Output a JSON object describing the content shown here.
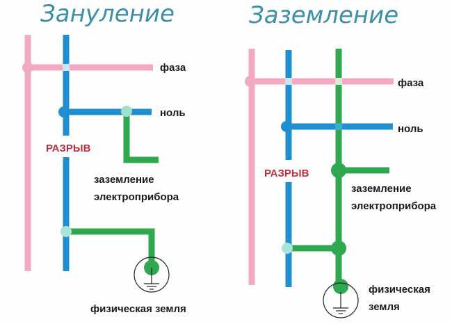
{
  "left": {
    "title": "Зануление",
    "phase_label": "фаза",
    "neutral_label": "ноль",
    "break_label": "РАЗРЫВ",
    "device_ground_line1": "заземление",
    "device_ground_line2": "электроприбора",
    "earth_label": "физическая земля"
  },
  "right": {
    "title": "Заземление",
    "phase_label": "фаза",
    "neutral_label": "ноль",
    "break_label": "РАЗРЫВ",
    "device_ground_line1": "заземление",
    "device_ground_line2": "электроприбора",
    "earth_line1": "физическая",
    "earth_line2": "земля"
  },
  "colors": {
    "phase": "#f2a9c2",
    "neutral": "#1e8fd0",
    "ground": "#2fa84f",
    "title": "#3b8fa6",
    "break": "#b8313f"
  }
}
